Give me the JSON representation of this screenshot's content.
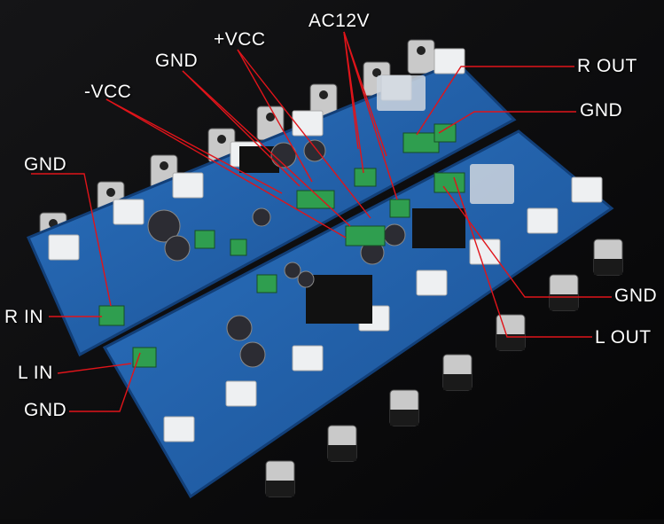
{
  "labels": {
    "ac12v": "AC12V",
    "vcc_pos": "+VCC",
    "gnd_top": "GND",
    "vcc_neg": "-VCC",
    "gnd_left": "GND",
    "r_out": "R OUT",
    "gnd_right_top": "GND",
    "r_in": "R IN",
    "l_in": "L IN",
    "gnd_bottom_left": "GND",
    "gnd_right_bottom": "GND",
    "l_out": "L OUT"
  },
  "colors": {
    "background": "#0b0b0c",
    "pcb": "#1f5fa8",
    "pcb_edge": "#123f78",
    "leader_line": "#e0141a",
    "label_text": "#ffffff",
    "terminal_green": "#2f9e4f",
    "heatsink": "#111111",
    "capacitor_white": "#eef0f2",
    "transistor_metal": "#c9c9c9"
  },
  "icons": [
    "amplifier-board",
    "terminal-block",
    "relay",
    "capacitor",
    "power-transistor",
    "heatsink"
  ]
}
